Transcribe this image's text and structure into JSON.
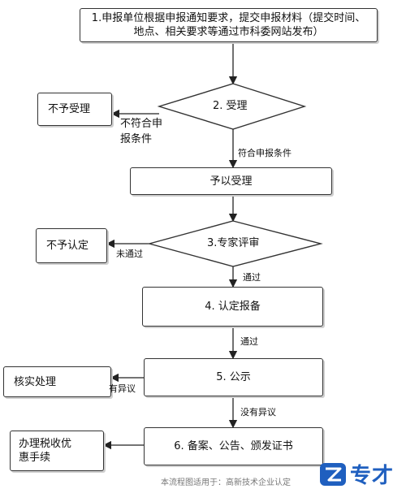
{
  "steps": {
    "step1": "1.申报单位根据申报通知要求，提交申报材料（提交时间、地点、相关要求等通过市科委网站发布）",
    "step2": "2. 受理",
    "step2_accept": "予以受理",
    "step3": "3.专家评审",
    "step4": "4. 认定报备",
    "step5": "5. 公示",
    "step6": "6. 备案、公告、颁发证书"
  },
  "outcomes": {
    "reject_accept": "不予受理",
    "reject_recognition": "不予认定",
    "verify": "核实处理",
    "tax": "办理税收优惠手续"
  },
  "edge_labels": {
    "not_meet_line1": "不符合申",
    "not_meet_line2": "报条件",
    "meet": "符合申报条件",
    "not_pass": "未通过",
    "pass1": "通过",
    "pass2": "通过",
    "objection": "有异议",
    "no_objection": "没有异议"
  },
  "footer": "本流程图适用于：高新技术企业认定",
  "logo": {
    "text": "专才",
    "icon": "logo-icon",
    "color": "#1f5fbf"
  }
}
